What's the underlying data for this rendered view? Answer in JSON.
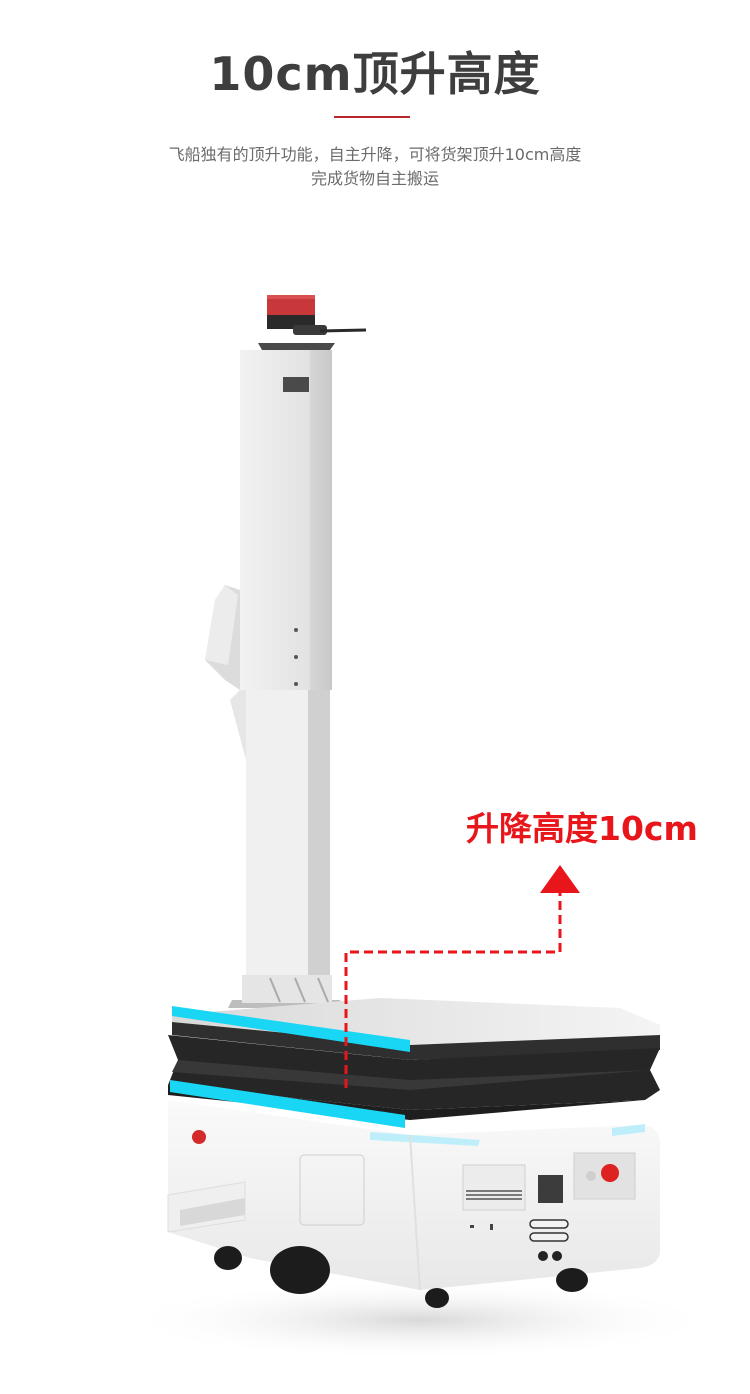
{
  "header": {
    "title": "10cm顶升高度",
    "subtitle_lines": [
      "飞船独有的顶升功能，自主升降，可将货架顶升10cm高度",
      "完成货物自主搬运"
    ]
  },
  "product_image": {
    "subject": "white mobile robot (AMR) with vertical mast, red beacon light, black bellows lifting platform with cyan light strips",
    "callout": {
      "label": "升降高度10cm",
      "color": "#e8161b",
      "indicator": "dashed-arrow-up"
    }
  },
  "colors": {
    "title": "#3e3e3e",
    "accent_divider": "#b8252b",
    "subtitle": "#6b6b6b",
    "callout_red": "#e8161b",
    "light_strip": "#19d6f5"
  }
}
